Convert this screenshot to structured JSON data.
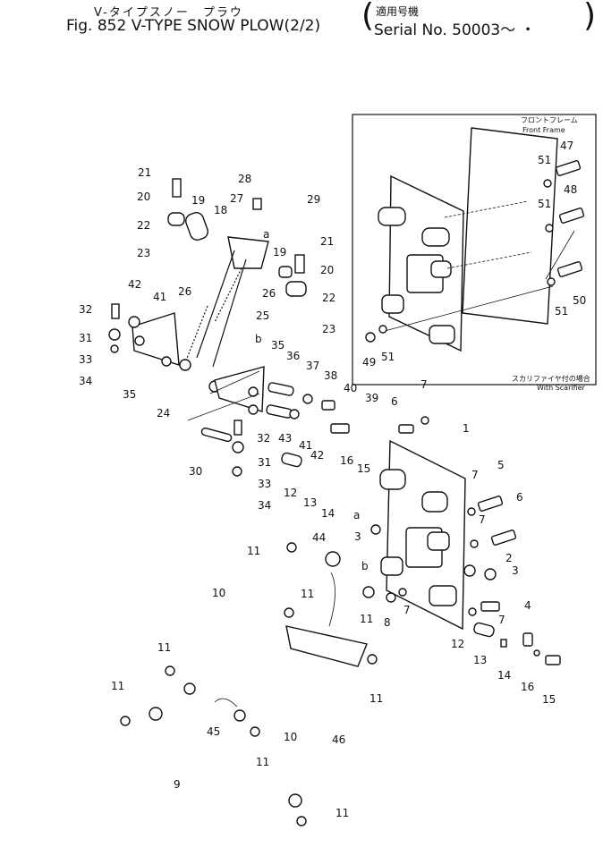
{
  "header": {
    "title_jp": "V-タイプスノー　プラウ",
    "title": "Fig. 852 V-TYPE SNOW PLOW(2/2)",
    "serial_jp": "適用号機",
    "serial": "Serial No. 50003～  ・"
  },
  "inset": {
    "front_frame_jp": "フロントフレーム",
    "front_frame": "Front Frame",
    "scarifier_jp": "スカリファイヤ付の場合",
    "scarifier": "With Scarifier"
  },
  "callouts": [
    {
      "id": "c21a",
      "text": "21"
    },
    {
      "id": "c20a",
      "text": "20"
    },
    {
      "id": "c22a",
      "text": "22"
    },
    {
      "id": "c23a",
      "text": "23"
    },
    {
      "id": "c19a",
      "text": "19"
    },
    {
      "id": "c18",
      "text": "18"
    },
    {
      "id": "c27",
      "text": "27"
    },
    {
      "id": "c28",
      "text": "28"
    },
    {
      "id": "c29",
      "text": "29"
    },
    {
      "id": "ca1",
      "text": "a"
    },
    {
      "id": "c19b",
      "text": "19"
    },
    {
      "id": "c21b",
      "text": "21"
    },
    {
      "id": "c20b",
      "text": "20"
    },
    {
      "id": "c22b",
      "text": "22"
    },
    {
      "id": "c23b",
      "text": "23"
    },
    {
      "id": "c26a",
      "text": "26"
    },
    {
      "id": "c26b",
      "text": "26"
    },
    {
      "id": "c25",
      "text": "25"
    },
    {
      "id": "c42a",
      "text": "42"
    },
    {
      "id": "c41a",
      "text": "41"
    },
    {
      "id": "c32a",
      "text": "32"
    },
    {
      "id": "c31a",
      "text": "31"
    },
    {
      "id": "c33a",
      "text": "33"
    },
    {
      "id": "c34a",
      "text": "34"
    },
    {
      "id": "c35a",
      "text": "35"
    },
    {
      "id": "cb1",
      "text": "b"
    },
    {
      "id": "c35b",
      "text": "35"
    },
    {
      "id": "c36",
      "text": "36"
    },
    {
      "id": "c37",
      "text": "37"
    },
    {
      "id": "c38",
      "text": "38"
    },
    {
      "id": "c40",
      "text": "40"
    },
    {
      "id": "c39",
      "text": "39"
    },
    {
      "id": "c24",
      "text": "24"
    },
    {
      "id": "c43",
      "text": "43"
    },
    {
      "id": "c32b",
      "text": "32"
    },
    {
      "id": "c41b",
      "text": "41"
    },
    {
      "id": "c42b",
      "text": "42"
    },
    {
      "id": "c30",
      "text": "30"
    },
    {
      "id": "c31b",
      "text": "31"
    },
    {
      "id": "c33b",
      "text": "33"
    },
    {
      "id": "c34b",
      "text": "34"
    },
    {
      "id": "c12a",
      "text": "12"
    },
    {
      "id": "c13a",
      "text": "13"
    },
    {
      "id": "c14a",
      "text": "14"
    },
    {
      "id": "c16a",
      "text": "16"
    },
    {
      "id": "c15a",
      "text": "15"
    },
    {
      "id": "c6a",
      "text": "6"
    },
    {
      "id": "c7a",
      "text": "7"
    },
    {
      "id": "c1",
      "text": "1"
    },
    {
      "id": "c5",
      "text": "5"
    },
    {
      "id": "c7b",
      "text": "7"
    },
    {
      "id": "c6b",
      "text": "6"
    },
    {
      "id": "c7c",
      "text": "7"
    },
    {
      "id": "ca2",
      "text": "a"
    },
    {
      "id": "c3a",
      "text": "3"
    },
    {
      "id": "c44",
      "text": "44"
    },
    {
      "id": "cb2",
      "text": "b"
    },
    {
      "id": "c2",
      "text": "2"
    },
    {
      "id": "c3b",
      "text": "3"
    },
    {
      "id": "c4",
      "text": "4"
    },
    {
      "id": "c7d",
      "text": "7"
    },
    {
      "id": "c8",
      "text": "8"
    },
    {
      "id": "c7e",
      "text": "7"
    },
    {
      "id": "c11a",
      "text": "11"
    },
    {
      "id": "c11b",
      "text": "11"
    },
    {
      "id": "c11c",
      "text": "11"
    },
    {
      "id": "c10a",
      "text": "10"
    },
    {
      "id": "c11d",
      "text": "11"
    },
    {
      "id": "c11e",
      "text": "11"
    },
    {
      "id": "c11f",
      "text": "11"
    },
    {
      "id": "c12b",
      "text": "12"
    },
    {
      "id": "c13b",
      "text": "13"
    },
    {
      "id": "c14b",
      "text": "14"
    },
    {
      "id": "c16b",
      "text": "16"
    },
    {
      "id": "c15b",
      "text": "15"
    },
    {
      "id": "c45",
      "text": "45"
    },
    {
      "id": "c10b",
      "text": "10"
    },
    {
      "id": "c46",
      "text": "46"
    },
    {
      "id": "c11g",
      "text": "11"
    },
    {
      "id": "c9",
      "text": "9"
    },
    {
      "id": "c11h",
      "text": "11"
    },
    {
      "id": "c47",
      "text": "47"
    },
    {
      "id": "c51a",
      "text": "51"
    },
    {
      "id": "c48",
      "text": "48"
    },
    {
      "id": "c51b",
      "text": "51"
    },
    {
      "id": "c50",
      "text": "50"
    },
    {
      "id": "c51c",
      "text": "51"
    },
    {
      "id": "c49",
      "text": "49"
    },
    {
      "id": "c51d",
      "text": "51"
    }
  ]
}
